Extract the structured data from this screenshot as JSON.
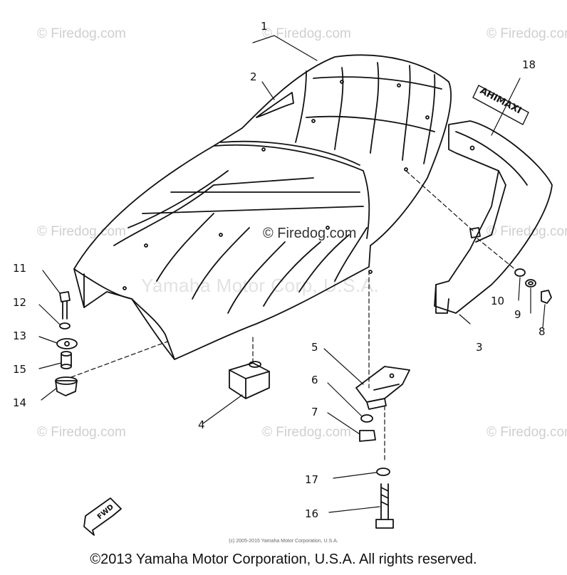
{
  "watermarks": {
    "corner": "© Firedog.com",
    "center": "© Firedog.com",
    "yamaha": "Yamaha Motor Corp, U.S.A."
  },
  "callouts": [
    "1",
    "2",
    "3",
    "4",
    "5",
    "6",
    "7",
    "8",
    "9",
    "10",
    "11",
    "12",
    "13",
    "14",
    "15",
    "16",
    "17",
    "18"
  ],
  "decal_text": "AHIMAXI",
  "fwd_label": "FWD",
  "fine_print": "(c) 2005-2015 Yamaha Motor Corporation, U.S.A.",
  "copyright": "©2013 Yamaha Motor Corporation, U.S.A. All rights reserved."
}
